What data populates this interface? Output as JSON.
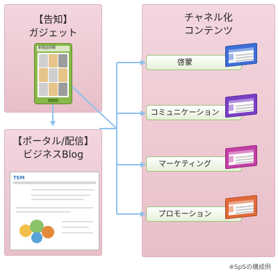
{
  "left_top_panel": {
    "title": "【告知】\nガジェット",
    "gadget": {
      "header_text": "新製品情報"
    }
  },
  "left_bottom_panel": {
    "title": "【ポータル/配信】\nビジネスBlog",
    "screenshot": {
      "logo_text": "TEM"
    }
  },
  "right_panel": {
    "title": "チャネル化\nコンテンツ",
    "items": [
      {
        "label": "啓蒙",
        "card_color": "#3f6fd8"
      },
      {
        "label": "コミュニケーション",
        "card_color": "#7a3fc6"
      },
      {
        "label": "マーケティング",
        "card_color": "#c43fa6"
      },
      {
        "label": "プロモーション",
        "card_color": "#e06a3a"
      }
    ]
  },
  "footnote": "※SpSの構成例",
  "colors": {
    "panel": "#ecc9d2",
    "arrow": "#8fc1ef",
    "item_border": "#9cc27a"
  }
}
